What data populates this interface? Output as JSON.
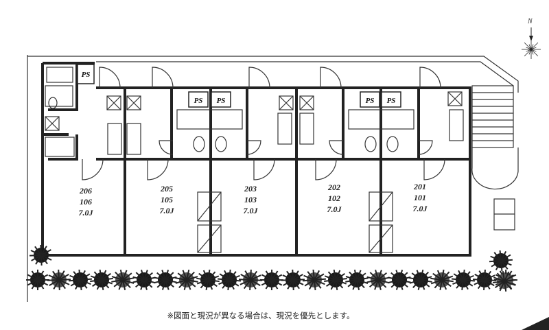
{
  "compass": {
    "label": "N"
  },
  "units": [
    {
      "upper": "206",
      "lower": "106",
      "size": "7.0J"
    },
    {
      "upper": "205",
      "lower": "105",
      "size": "7.0J"
    },
    {
      "upper": "203",
      "lower": "103",
      "size": "7.0J"
    },
    {
      "upper": "202",
      "lower": "102",
      "size": "7.0J"
    },
    {
      "upper": "201",
      "lower": "101",
      "size": "7.0J"
    }
  ],
  "ps_label": "PS",
  "footnote": "※図面と現況が異なる場合は、現況を優先とします。"
}
